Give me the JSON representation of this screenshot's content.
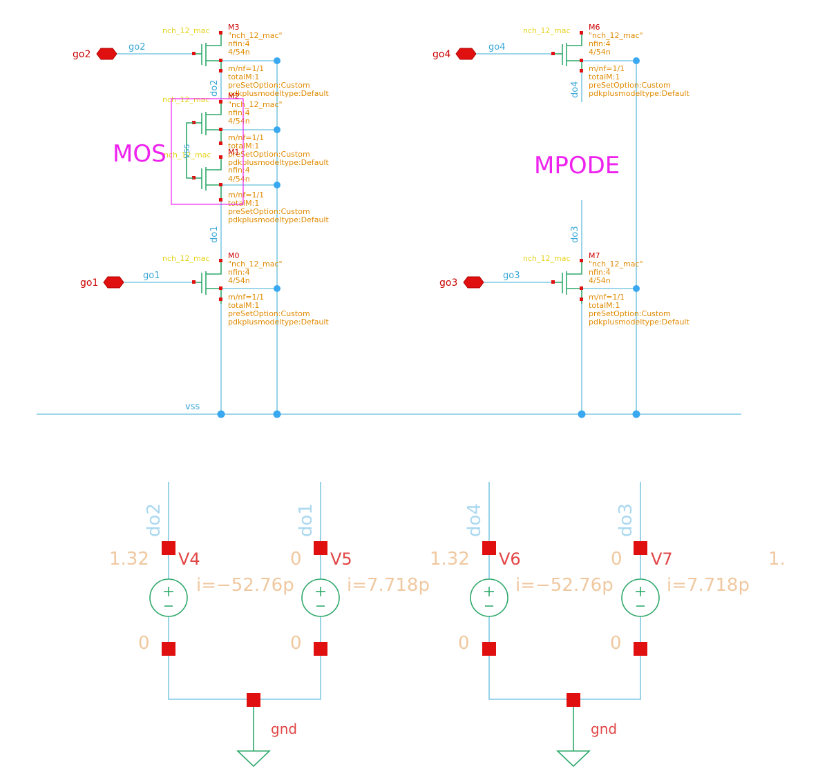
{
  "labels": {
    "mos": "MOS",
    "mpode": "MPODE",
    "vss": "vss",
    "vss_vert": "vss",
    "gnd": "gnd",
    "gnd2": "gnd"
  },
  "ports": [
    {
      "name": "go2"
    },
    {
      "name": "go1"
    },
    {
      "name": "go4"
    },
    {
      "name": "go3"
    }
  ],
  "wire_nets": {
    "go2": "go2",
    "go1": "go1",
    "go4": "go4",
    "go3": "go3",
    "do2": "do2",
    "do1": "do1",
    "do4": "do4",
    "do3": "do3"
  },
  "transistors": [
    {
      "inst": "M3",
      "model": "nch_12_mac",
      "params": [
        "\"nch_12_mac\"",
        "nfin:4",
        "4/54n",
        "m/nf=1/1",
        "totalM:1",
        "preSetOption:Custom",
        "pdkplusmodeltype:Default"
      ]
    },
    {
      "inst": "M2",
      "model": "nch_12_mac",
      "params": [
        "\"nch_12_mac\"",
        "nfin:4",
        "4/54n",
        "m/nf=1/1",
        "totalM:1",
        "preSetOption:Custom",
        "pdkplusmodeltype:Default"
      ]
    },
    {
      "inst": "M1",
      "model": "nch_12_mac",
      "params": [
        "nfin:4",
        "4/54n",
        "m/nf=1/1",
        "totalM:1",
        "preSetOption:Custom",
        "pdkplusmodeltype:Default"
      ]
    },
    {
      "inst": "M0",
      "model": "nch_12_mac",
      "params": [
        "\"nch_12_mac\"",
        "nfin:4",
        "4/54n",
        "m/nf=1/1",
        "totalM:1",
        "preSetOption:Custom",
        "pdkplusmodeltype:Default"
      ]
    },
    {
      "inst": "M6",
      "model": "nch_12_mac",
      "params": [
        "\"nch_12_mac\"",
        "nfin:4",
        "4/54n",
        "m/nf=1/1",
        "totalM:1",
        "preSetOption:Custom",
        "pdkplusmodeltype:Default"
      ]
    },
    {
      "inst": "M7",
      "model": "nch_12_mac",
      "params": [
        "\"nch_12_mac\"",
        "nfin:4",
        "4/54n",
        "m/nf=1/1",
        "totalM:1",
        "preSetOption:Custom",
        "pdkplusmodeltype:Default"
      ]
    }
  ],
  "sources": [
    {
      "name": "V4",
      "net": "do2",
      "voltage": "1.32",
      "current": "i=−52.76p",
      "bottom": "0"
    },
    {
      "name": "V5",
      "net": "do1",
      "voltage": "0",
      "current": "i=7.718p",
      "bottom": "0"
    },
    {
      "name": "V6",
      "net": "do4",
      "voltage": "1.32",
      "current": "i=−52.76p",
      "bottom": "0"
    },
    {
      "name": "V7",
      "net": "do3",
      "voltage": "0",
      "current": "i=7.718p",
      "bottom": "0"
    }
  ],
  "edge_fragment": "1.",
  "colors": {
    "wire": "#7ec8e3",
    "transistor": "#2ea86a",
    "pin": "#e01010",
    "param_text": "#e08a00",
    "highlight_box": "#ee22ee"
  }
}
